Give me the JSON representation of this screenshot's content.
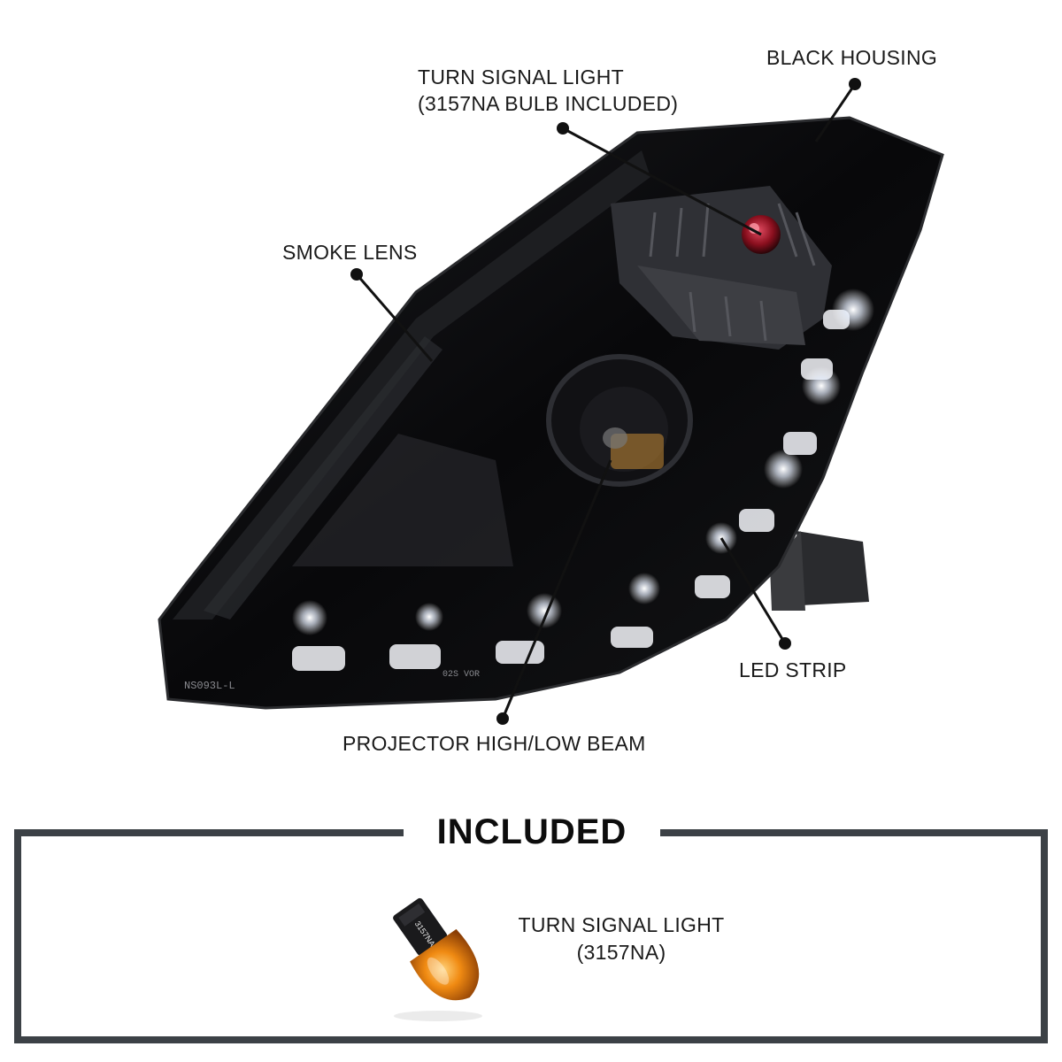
{
  "callouts": {
    "black_housing": "BLACK HOUSING",
    "turn_signal_line1": "TURN SIGNAL LIGHT",
    "turn_signal_line2": "(3157NA BULB INCLUDED)",
    "smoke_lens": "SMOKE LENS",
    "led_strip": "LED STRIP",
    "projector_beam": "PROJECTOR HIGH/LOW BEAM"
  },
  "lens_markings": {
    "part_number": "NS093L-L",
    "dot_code": "02S VOR"
  },
  "included": {
    "heading": "INCLUDED",
    "item_line1": "TURN SIGNAL LIGHT",
    "item_line2": "(3157NA)",
    "bulb_marking": "3157NA"
  },
  "colors": {
    "housing": "#0b0b0d",
    "frame": "#3c4146",
    "bulb_amber": "#e07a10",
    "signal_red": "#8a0f1e"
  }
}
